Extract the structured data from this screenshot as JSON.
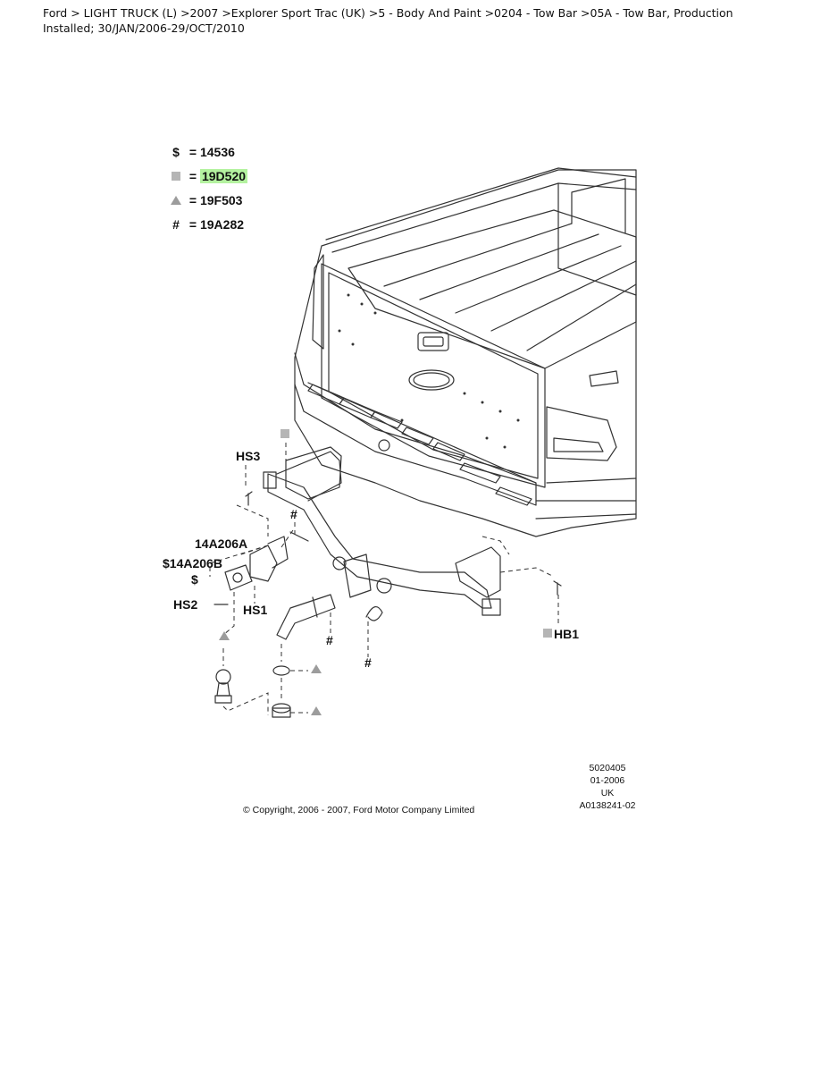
{
  "breadcrumb": "Ford > LIGHT TRUCK (L) >2007 >Explorer Sport Trac (UK) >5 - Body And Paint >0204 - Tow Bar >05A - Tow Bar, Production Installed; 30/JAN/2006-29/OCT/2010",
  "legend": {
    "dollar": {
      "symbol": "$",
      "eq": "=",
      "part": "14536"
    },
    "square": {
      "icon": "gray-square-icon",
      "eq": "=",
      "part": "19D520"
    },
    "triangle": {
      "icon": "gray-triangle-icon",
      "eq": "=",
      "part": "19F503"
    },
    "hash": {
      "symbol": "#",
      "eq": "=",
      "part": "19A282"
    }
  },
  "highlight_color": "#b4f2a0",
  "labels": {
    "hs3": "HS3",
    "p14a206a": "14A206A",
    "p14a206b": "$14A206B",
    "dollar": "$",
    "hs2": "HS2",
    "hs1": "HS1",
    "hb1": "HB1",
    "hash": "#"
  },
  "meta": {
    "illustration_no": "5020405",
    "date": "01-2006",
    "region": "UK",
    "ref": "A0138241-02"
  },
  "copyright": "© Copyright, 2006 - 2007, Ford Motor Company Limited"
}
